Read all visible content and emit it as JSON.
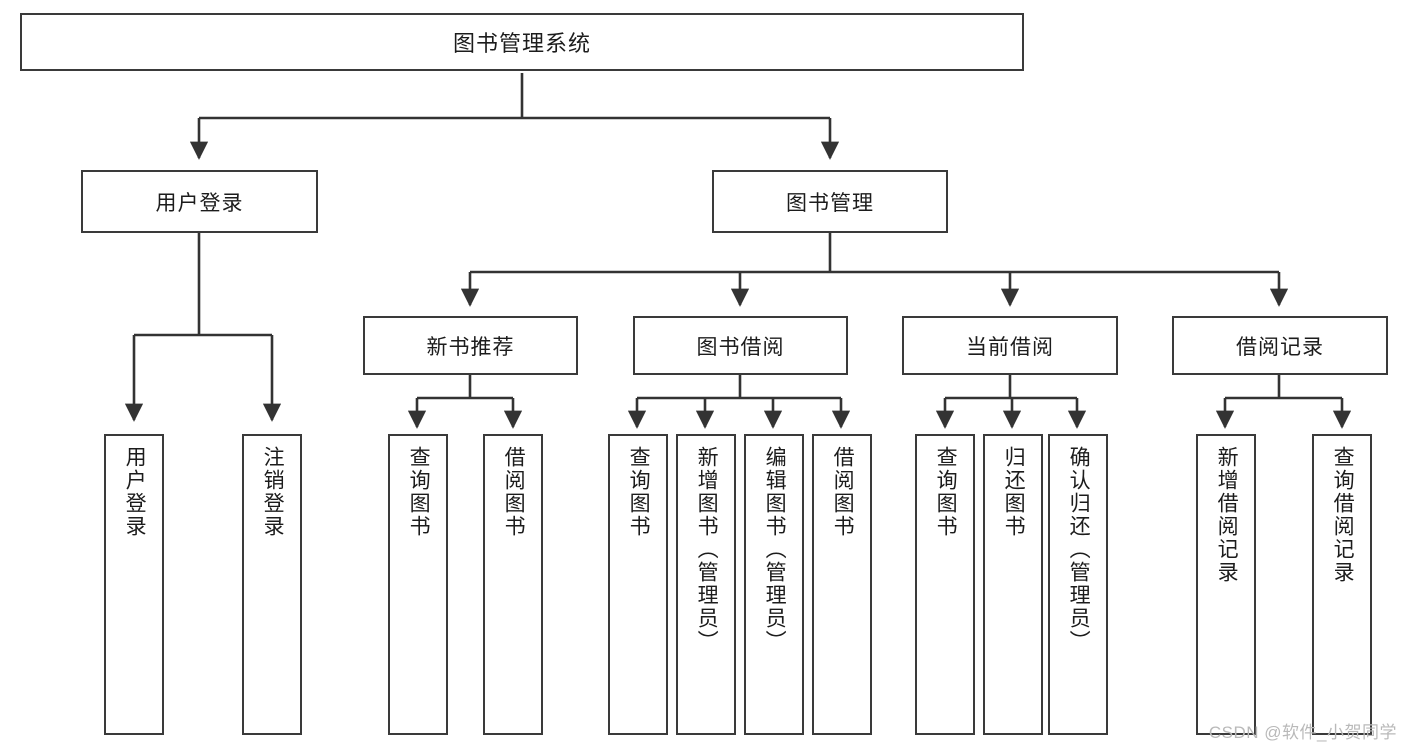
{
  "diagram": {
    "title": "图书管理系统",
    "type": "tree-hierarchy-diagram",
    "colors": {
      "box_border": "#3a3a3a",
      "box_fill": "#ffffff",
      "edge": "#333333",
      "text": "#1c1c1c",
      "watermark": "#b9b9b9"
    },
    "root": {
      "label": "图书管理系统"
    },
    "level1": [
      {
        "label": "用户登录"
      },
      {
        "label": "图书管理"
      }
    ],
    "level2": [
      {
        "label": "新书推荐"
      },
      {
        "label": "图书借阅"
      },
      {
        "label": "当前借阅"
      },
      {
        "label": "借阅记录"
      }
    ],
    "leaves": {
      "user_login": [
        {
          "label": "用户登录"
        },
        {
          "label": "注销登录"
        }
      ],
      "new_book_recommend": [
        {
          "label": "查询图书"
        },
        {
          "label": "借阅图书"
        }
      ],
      "book_borrow": [
        {
          "label": "查询图书"
        },
        {
          "label": "新增图书（管理员）"
        },
        {
          "label": "编辑图书（管理员）"
        },
        {
          "label": "借阅图书"
        }
      ],
      "current_borrow": [
        {
          "label": "查询图书"
        },
        {
          "label": "归还图书"
        },
        {
          "label": "确认归还（管理员）"
        }
      ],
      "borrow_record": [
        {
          "label": "新增借阅记录"
        },
        {
          "label": "查询借阅记录"
        }
      ]
    }
  },
  "watermark": {
    "text": "CSDN @软件_小贺同学"
  }
}
